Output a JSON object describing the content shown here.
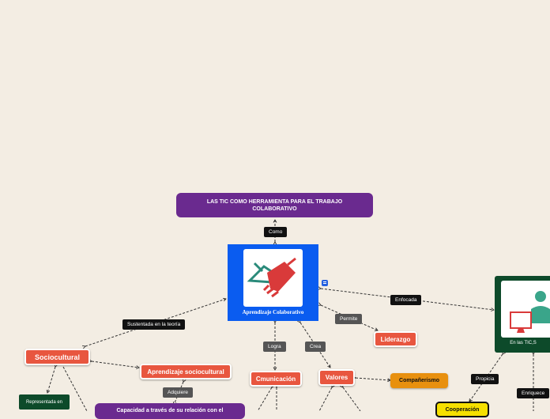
{
  "title": "LAS TIC COMO HERRAMIENTA  PARA EL TRABAJO COLABORATIVO",
  "central": {
    "label": "Aprendizaje Colaborativo",
    "icon": "handshake-icon",
    "note_icon": "note-icon"
  },
  "right_node": {
    "label": "En las TIC,S",
    "icon": "computer-user-icon"
  },
  "nodes": {
    "sociocultural": "Sociocultural",
    "aprendizaje_sociocultural": "Aprendizaje sociocultural",
    "comunicacion": "Cmunicación",
    "valores": "Valores",
    "liderazgo": "Liderazgo",
    "companerismo": "Compañerismo",
    "cooperacion": "Cooperación",
    "representada": "Representada en",
    "capacidad": "Capacidad a través de su relación con el"
  },
  "link_labels": {
    "como": "Como",
    "enfocada": "Enfocada",
    "sustentada": "Sustentada en la teoría",
    "permite": "Permite",
    "logra": "Logra",
    "crea": "Crea",
    "adquiere": "Adquiere",
    "propicia": "Propicia",
    "enriquece": "Enriquece"
  },
  "colors": {
    "background": "#f3ede3",
    "title": "#6a2a8f",
    "central": "#0a5cf0",
    "red_node": "#e8563f",
    "orange_node": "#e8900e",
    "yellow_node": "#f6e000",
    "green_node": "#0d4a2a"
  }
}
